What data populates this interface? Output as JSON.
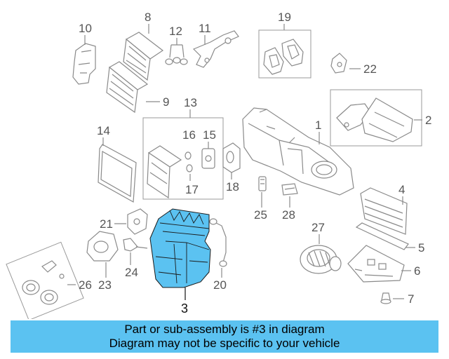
{
  "callouts": {
    "n1": "1",
    "n2": "2",
    "n3": "3",
    "n4": "4",
    "n5": "5",
    "n6": "6",
    "n7": "7",
    "n8": "8",
    "n9": "9",
    "n10": "10",
    "n11": "11",
    "n12": "12",
    "n13": "13",
    "n14": "14",
    "n15": "15",
    "n16": "16",
    "n17": "17",
    "n18": "18",
    "n19": "19",
    "n20": "20",
    "n21": "21",
    "n22": "22",
    "n23": "23",
    "n24": "24",
    "n25": "25",
    "n26": "26",
    "n27": "27",
    "n28": "28"
  },
  "banner": {
    "line1": "Part or sub-assembly is #3 in diagram",
    "line2": "Diagram may not be specific to your vehicle"
  },
  "colors": {
    "highlight_part": "#5bc2f1",
    "banner_bg": "#5bc2f1",
    "line_art": "#8a8a8a"
  }
}
